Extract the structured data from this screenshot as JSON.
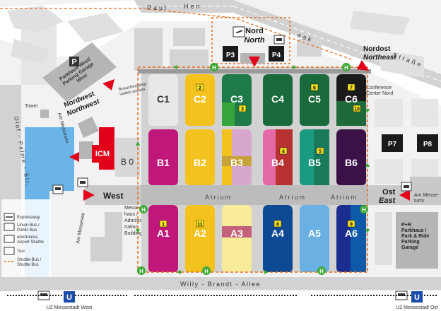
{
  "streets": {
    "north_left": "Paul",
    "north_mid": "Hen",
    "north_right": "Straße",
    "north_right_2": "aak",
    "west": "Olof - Palme - Str.",
    "east": "Am Messe",
    "south": "Willy - Brandt - Allee",
    "am_messesee_1": "Am Messesee",
    "am_messesee_2": "Am Messesee",
    "am_messeturm": "Am Messe-\nturm"
  },
  "entrances": {
    "nord": "Nord",
    "north": "North",
    "nordost": "Nordost",
    "northeast": "Northeast",
    "nordwest": "Nordwest",
    "northwest": "Northwest",
    "west": "West",
    "ost": "Ost",
    "east": "East"
  },
  "halls": [
    {
      "id": "C1",
      "color": "#e8e8e8",
      "text": "#333333"
    },
    {
      "id": "C2",
      "color": "#f4c21f",
      "text": "#ffffff"
    },
    {
      "id": "C3",
      "color": "#1f7a4a",
      "text": "#ffffff"
    },
    {
      "id": "C4",
      "color": "#1a6a3c",
      "text": "#ffffff"
    },
    {
      "id": "C5",
      "color": "#1a6a3c",
      "text": "#ffffff"
    },
    {
      "id": "C6",
      "color": "#1a1a1a",
      "text": "#ffffff"
    },
    {
      "id": "B1",
      "color": "#c0187a",
      "text": "#ffffff"
    },
    {
      "id": "B2",
      "color": "#f4c21f",
      "text": "#ffffff"
    },
    {
      "id": "B3",
      "color": "#d8a7cf",
      "text": "#ffffff"
    },
    {
      "id": "B4",
      "color": "#e36aa6",
      "text": "#ffffff"
    },
    {
      "id": "B5",
      "color": "#1a9a80",
      "text": "#ffffff"
    },
    {
      "id": "B6",
      "color": "#3a1248",
      "text": "#ffffff"
    },
    {
      "id": "A1",
      "color": "#c0187a",
      "text": "#ffffff"
    },
    {
      "id": "A2",
      "color": "#f4c21f",
      "text": "#ffffff"
    },
    {
      "id": "A3",
      "color": "#f8ec9a",
      "text": "#ffffff"
    },
    {
      "id": "A4",
      "color": "#0e4a94",
      "text": "#ffffff"
    },
    {
      "id": "A5",
      "color": "#6ab0e2",
      "text": "#ffffff"
    },
    {
      "id": "A6",
      "color": "#1b2d8e",
      "text": "#ffffff"
    }
  ],
  "hall_numbers": [
    "1",
    "2",
    "3",
    "4",
    "5",
    "6",
    "7",
    "8",
    "9",
    "10",
    "11"
  ],
  "buildings": {
    "icm": "ICM",
    "b0": "B 0",
    "p3": "P3",
    "p4": "P4",
    "p7": "P7",
    "p8": "P8",
    "tower": "Tower",
    "parkhaus_west": "Parkhaus West/\nParking Garage\nWest",
    "messehaus": "Messe-\nhaus /\nAdminis-\ntration\nBuilding",
    "parkhaus_ost": "P+R\nParkhaus /\nPark & Ride\nParking\nGarage",
    "conference": "Conference\nCenter Nord",
    "besucher": "Besuchergang/\nVisitor access"
  },
  "atrium": [
    "Atrium",
    "Atrium",
    "Atrium"
  ],
  "stations": {
    "west": "U2 Messestadt West",
    "ost": "U2 Messestadt Ost",
    "u": "U"
  },
  "legend": [
    {
      "icon": "expressway-icon",
      "text": "Expressway"
    },
    {
      "icon": "bus-icon",
      "text": "Linien-Bus /\nPublic Bus"
    },
    {
      "icon": "airport-shuttle-icon",
      "text": "elektronica\nAirport Shuttle"
    },
    {
      "icon": "taxi-icon",
      "text": "Taxi"
    },
    {
      "icon": "shuttle-bus-icon",
      "text": "Shuttle-Bus /\nShuttle Bus"
    }
  ],
  "colors": {
    "road": "#c9c9c9",
    "building_gray": "#b8b8b8",
    "water": "#6ab4e8",
    "shuttle_line": "#e86a1a",
    "shuttle_stop": "#3aa832",
    "entrance_arrow": "#e3001b",
    "icm": "#e3001b"
  }
}
